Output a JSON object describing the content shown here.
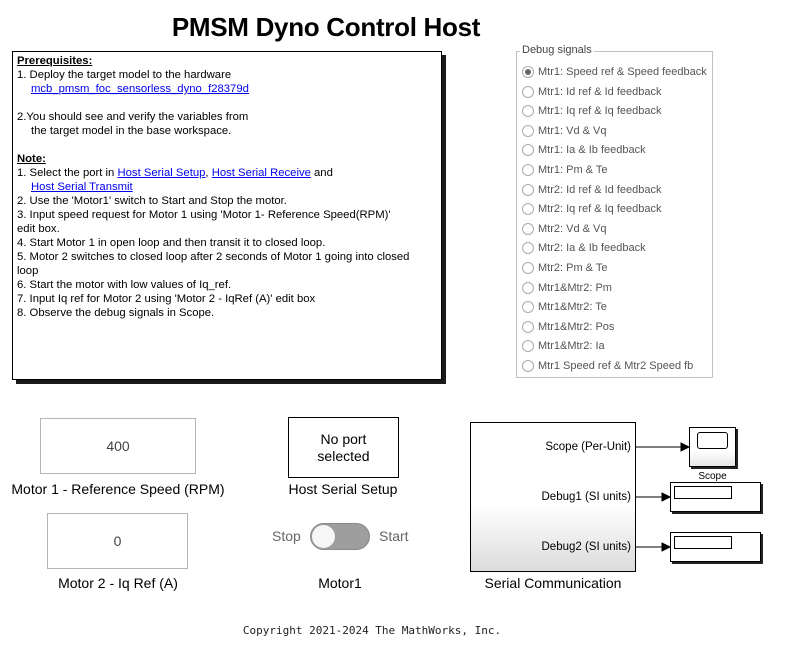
{
  "title": "PMSM Dyno Control Host",
  "notes": {
    "prereq_header": "Prerequisites:",
    "prereq_1": "1. Deploy the target model to the hardware",
    "prereq_1_link": "mcb_pmsm_foc_sensorless_dyno_f28379d",
    "prereq_2_line1": "2.You should see and verify the variables from",
    "prereq_2_line2": "the target model in the base workspace.",
    "note_header": "Note:",
    "note_1_prefix": "1. Select the port in ",
    "note_1_link_a": "Host Serial Setup",
    "note_1_sep": ", ",
    "note_1_link_b": "Host Serial Receive",
    "note_1_and": " and",
    "note_1_link_c": "Host Serial Transmit",
    "note_2": "2. Use the 'Motor1' switch to Start and Stop the motor.",
    "note_3_line1": "3. Input speed request for Motor 1 using 'Motor 1- Reference Speed(RPM)'",
    "note_3_line2": "edit box.",
    "note_4": "4. Start Motor 1 in open loop and then transit it to closed loop.",
    "note_5_line1": "5. Motor 2 switches to closed loop after 2 seconds of Motor 1 going into closed",
    "note_5_line2": "loop",
    "note_6": "6. Start the motor with low values of Iq_ref.",
    "note_7": "7. Input Iq ref for Motor 2 using 'Motor 2 - IqRef (A)' edit box",
    "note_8": "8. Observe the debug signals in Scope."
  },
  "debug": {
    "legend": "Debug signals",
    "selected_index": 0,
    "options": [
      "Mtr1: Speed ref & Speed feedback",
      "Mtr1: Id ref & Id feedback",
      "Mtr1: Iq ref & Iq feedback",
      "Mtr1: Vd & Vq",
      "Mtr1: Ia & Ib feedback",
      "Mtr1: Pm & Te",
      "Mtr2: Id ref & Id feedback",
      "Mtr2: Iq ref & Iq feedback",
      "Mtr2: Vd & Vq",
      "Mtr2: Ia & Ib feedback",
      "Mtr2: Pm & Te",
      "Mtr1&Mtr2: Pm",
      "Mtr1&Mtr2: Te",
      "Mtr1&Mtr2: Pos",
      "Mtr1&Mtr2: Ia",
      "Mtr1 Speed ref & Mtr2 Speed fb"
    ]
  },
  "motor1_speed": {
    "value": "400",
    "label": "Motor 1 - Reference Speed (RPM)"
  },
  "motor2_iq": {
    "value": "0",
    "label": "Motor 2 - Iq Ref (A)"
  },
  "host_serial_setup": {
    "status_line1": "No port",
    "status_line2": "selected",
    "label": "Host Serial Setup"
  },
  "motor1_switch": {
    "off_label": "Stop",
    "on_label": "Start",
    "label": "Motor1",
    "state": "Stop"
  },
  "serial_comm": {
    "label": "Serial Communication",
    "ports": [
      "Scope (Per-Unit)",
      "Debug1 (SI units)",
      "Debug2 (SI units)"
    ]
  },
  "scope": {
    "label": "Scope"
  },
  "copyright": "Copyright 2021-2024 The MathWorks, Inc."
}
